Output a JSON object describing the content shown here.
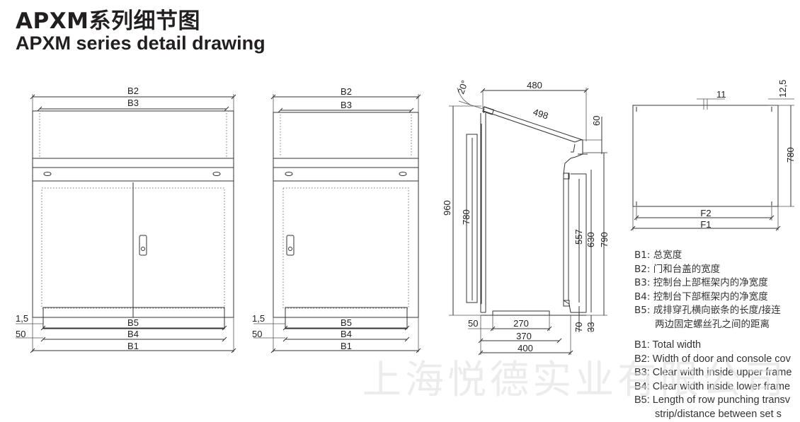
{
  "header": {
    "title_cn": "APXM系列细节图",
    "title_en": "APXM series detail drawing"
  },
  "front_view_1": {
    "b2": "B2",
    "b3": "B3",
    "dim_1_5": "1,5",
    "dim_50": "50",
    "b5": "B5",
    "b4": "B4",
    "b1": "B1"
  },
  "front_view_2": {
    "b2": "B2",
    "b3": "B3",
    "dim_1_5": "1,5",
    "dim_50": "50",
    "b5": "B5",
    "b4": "B4",
    "b1": "B1"
  },
  "side_view": {
    "angle": "20°",
    "top_480": "480",
    "slope_498": "498",
    "dim_60": "60",
    "height_960": "960",
    "height_780": "780",
    "dim_557": "557",
    "dim_630": "630",
    "dim_790": "790",
    "dim_50": "50",
    "dim_270": "270",
    "dim_370": "370",
    "dim_400": "400",
    "dim_70": "70",
    "dim_33": "33"
  },
  "plate_view": {
    "dim_11": "11",
    "dim_12_5": "12,5",
    "dim_780": "780",
    "f2": "F2",
    "f1": "F1"
  },
  "legend_cn": [
    "B1: 总宽度",
    "B2: 门和台盖的宽度",
    "B3: 控制台上部框架内的净宽度",
    "B4: 控制台下部框架内的净宽度",
    "B5: 成排穿孔横向嵌条的长度/接连",
    "两边固定螺丝孔之间的距离"
  ],
  "legend_en": [
    "B1: Total width",
    "B2: Width of door and console cov",
    "B3: Clear width inside upper frame",
    "B4: Clear width inside lower frame",
    "B5: Length of row punching transv",
    "strip/distance between set s"
  ],
  "watermark": "上海悦德实业有限公司"
}
